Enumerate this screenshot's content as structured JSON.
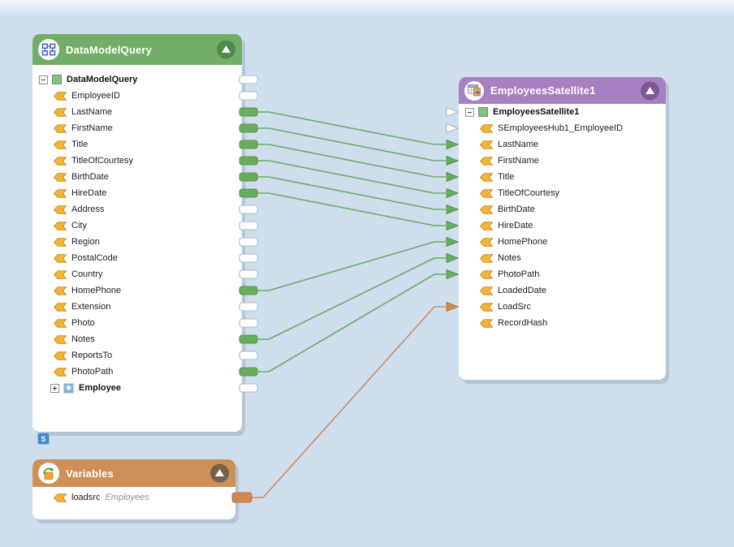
{
  "badges": {
    "stage": "S"
  },
  "colors": {
    "bg": "#cfdeed",
    "green_header": "#72ae67",
    "green_dark": "#4e8a4c",
    "purple_header": "#a780c1",
    "purple_dark": "#7c5a97",
    "orange_header": "#cd9056",
    "orange_dark": "#75604a",
    "port_green": "#68ad5e",
    "port_green_border": "#57974e",
    "port_white_border": "#aeb6bf",
    "arrow_orange": "#d0884e",
    "arrow_orange_border": "#bd773c",
    "wire_green": "#6faa6f",
    "wire_orange": "#c89068",
    "field_icon": "#f4b43a",
    "field_icon_border": "#cd9221",
    "badge_blue": "#3e8ec2"
  },
  "panels": [
    {
      "id": "source",
      "title": "DataModelQuery",
      "icon": "data-model-icon",
      "rows": [
        {
          "label": "DataModelQuery",
          "kind": "root",
          "bold": true,
          "port": "white"
        },
        {
          "label": "EmployeeID",
          "kind": "field",
          "port": "white"
        },
        {
          "label": "LastName",
          "kind": "field",
          "port": "green"
        },
        {
          "label": "FirstName",
          "kind": "field",
          "port": "green"
        },
        {
          "label": "Title",
          "kind": "field",
          "port": "green"
        },
        {
          "label": "TitleOfCourtesy",
          "kind": "field",
          "port": "green"
        },
        {
          "label": "BirthDate",
          "kind": "field",
          "port": "green"
        },
        {
          "label": "HireDate",
          "kind": "field",
          "port": "green"
        },
        {
          "label": "Address",
          "kind": "field",
          "port": "white"
        },
        {
          "label": "City",
          "kind": "field",
          "port": "white"
        },
        {
          "label": "Region",
          "kind": "field",
          "port": "white"
        },
        {
          "label": "PostalCode",
          "kind": "field",
          "port": "white"
        },
        {
          "label": "Country",
          "kind": "field",
          "port": "white"
        },
        {
          "label": "HomePhone",
          "kind": "field",
          "port": "green"
        },
        {
          "label": "Extension",
          "kind": "field",
          "port": "white"
        },
        {
          "label": "Photo",
          "kind": "field",
          "port": "white"
        },
        {
          "label": "Notes",
          "kind": "field",
          "port": "green"
        },
        {
          "label": "ReportsTo",
          "kind": "field",
          "port": "white"
        },
        {
          "label": "PhotoPath",
          "kind": "field",
          "port": "green"
        },
        {
          "label": "Employee",
          "kind": "sub",
          "bold": true,
          "port": "white"
        }
      ]
    },
    {
      "id": "target",
      "title": "EmployeesSatellite1",
      "icon": "satellite-table-icon",
      "rows": [
        {
          "label": "EmployeesSatellite1",
          "kind": "root",
          "bold": true,
          "arrow": "white"
        },
        {
          "label": "SEmployeesHub1_EmployeeID",
          "kind": "field",
          "arrow": "white"
        },
        {
          "label": "LastName",
          "kind": "field",
          "arrow": "green"
        },
        {
          "label": "FirstName",
          "kind": "field",
          "arrow": "green"
        },
        {
          "label": "Title",
          "kind": "field",
          "arrow": "green"
        },
        {
          "label": "TitleOfCourtesy",
          "kind": "field",
          "arrow": "green"
        },
        {
          "label": "BirthDate",
          "kind": "field",
          "arrow": "green"
        },
        {
          "label": "HireDate",
          "kind": "field",
          "arrow": "green"
        },
        {
          "label": "HomePhone",
          "kind": "field",
          "arrow": "green"
        },
        {
          "label": "Notes",
          "kind": "field",
          "arrow": "green"
        },
        {
          "label": "PhotoPath",
          "kind": "field",
          "arrow": "green"
        },
        {
          "label": "LoadedDate",
          "kind": "field",
          "arrow": null
        },
        {
          "label": "LoadSrc",
          "kind": "field",
          "arrow": "orange"
        },
        {
          "label": "RecordHash",
          "kind": "field",
          "arrow": null
        }
      ]
    },
    {
      "id": "variables",
      "title": "Variables",
      "icon": "variables-icon",
      "rows": [
        {
          "label": "loadsrc",
          "suffix": "Employees",
          "kind": "field",
          "port": "orange"
        }
      ]
    }
  ],
  "connections": [
    {
      "from_panel": "source",
      "from": "LastName",
      "to": "LastName",
      "color": "green"
    },
    {
      "from_panel": "source",
      "from": "FirstName",
      "to": "FirstName",
      "color": "green"
    },
    {
      "from_panel": "source",
      "from": "Title",
      "to": "Title",
      "color": "green"
    },
    {
      "from_panel": "source",
      "from": "TitleOfCourtesy",
      "to": "TitleOfCourtesy",
      "color": "green"
    },
    {
      "from_panel": "source",
      "from": "BirthDate",
      "to": "BirthDate",
      "color": "green"
    },
    {
      "from_panel": "source",
      "from": "HireDate",
      "to": "HireDate",
      "color": "green"
    },
    {
      "from_panel": "source",
      "from": "HomePhone",
      "to": "HomePhone",
      "color": "green"
    },
    {
      "from_panel": "source",
      "from": "Notes",
      "to": "Notes",
      "color": "green"
    },
    {
      "from_panel": "source",
      "from": "PhotoPath",
      "to": "PhotoPath",
      "color": "green"
    },
    {
      "from_panel": "variables",
      "from": "loadsrc",
      "to": "LoadSrc",
      "color": "orange"
    }
  ]
}
